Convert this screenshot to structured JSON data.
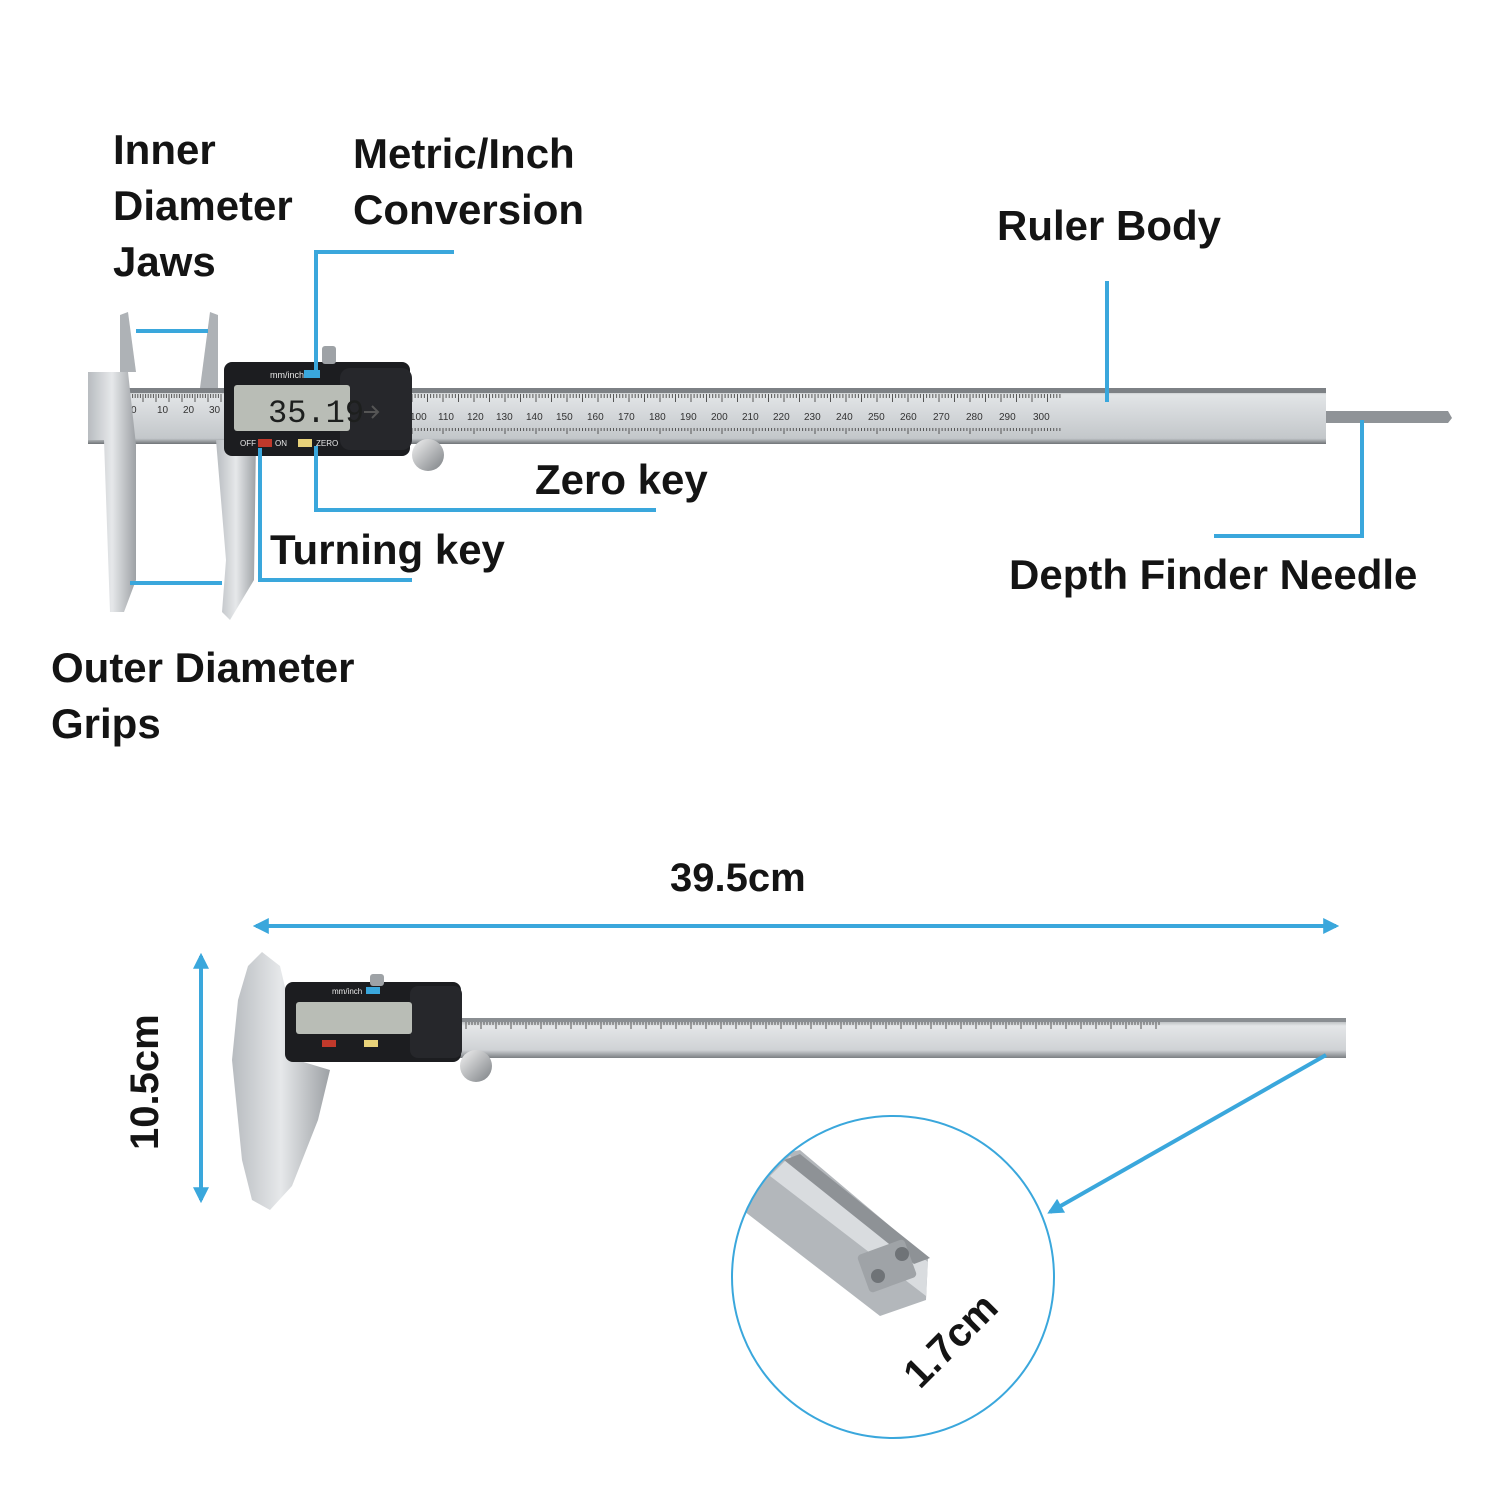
{
  "labels": {
    "inner_diameter_jaws": [
      "Inner",
      "Diameter",
      "Jaws"
    ],
    "metric_inch_conversion": [
      "Metric/Inch",
      "Conversion"
    ],
    "ruler_body": "Ruler Body",
    "zero_key": "Zero key",
    "turning_key": "Turning key",
    "depth_finder_needle": "Depth Finder Needle",
    "outer_diameter_grips": [
      "Outer Diameter",
      "Grips"
    ]
  },
  "dimensions": {
    "length": "39.5cm",
    "height": "10.5cm",
    "width": "1.7cm"
  },
  "caliper": {
    "display_reading": "35.19",
    "unit_label": "mm/inch",
    "off_label": "OFF",
    "on_label": "ON",
    "zero_label": "ZERO",
    "scale_numbers": [
      "0",
      "10",
      "20",
      "30",
      "100",
      "110",
      "120",
      "130",
      "140",
      "150",
      "160",
      "170",
      "180",
      "190",
      "200",
      "210",
      "220",
      "230",
      "240",
      "250",
      "260",
      "270",
      "280",
      "290",
      "300"
    ]
  },
  "colors": {
    "accent": "#3aa7dc",
    "steel": "#c9cdd1",
    "display_body": "#1c1d20",
    "lcd": "#b9bdb6"
  }
}
